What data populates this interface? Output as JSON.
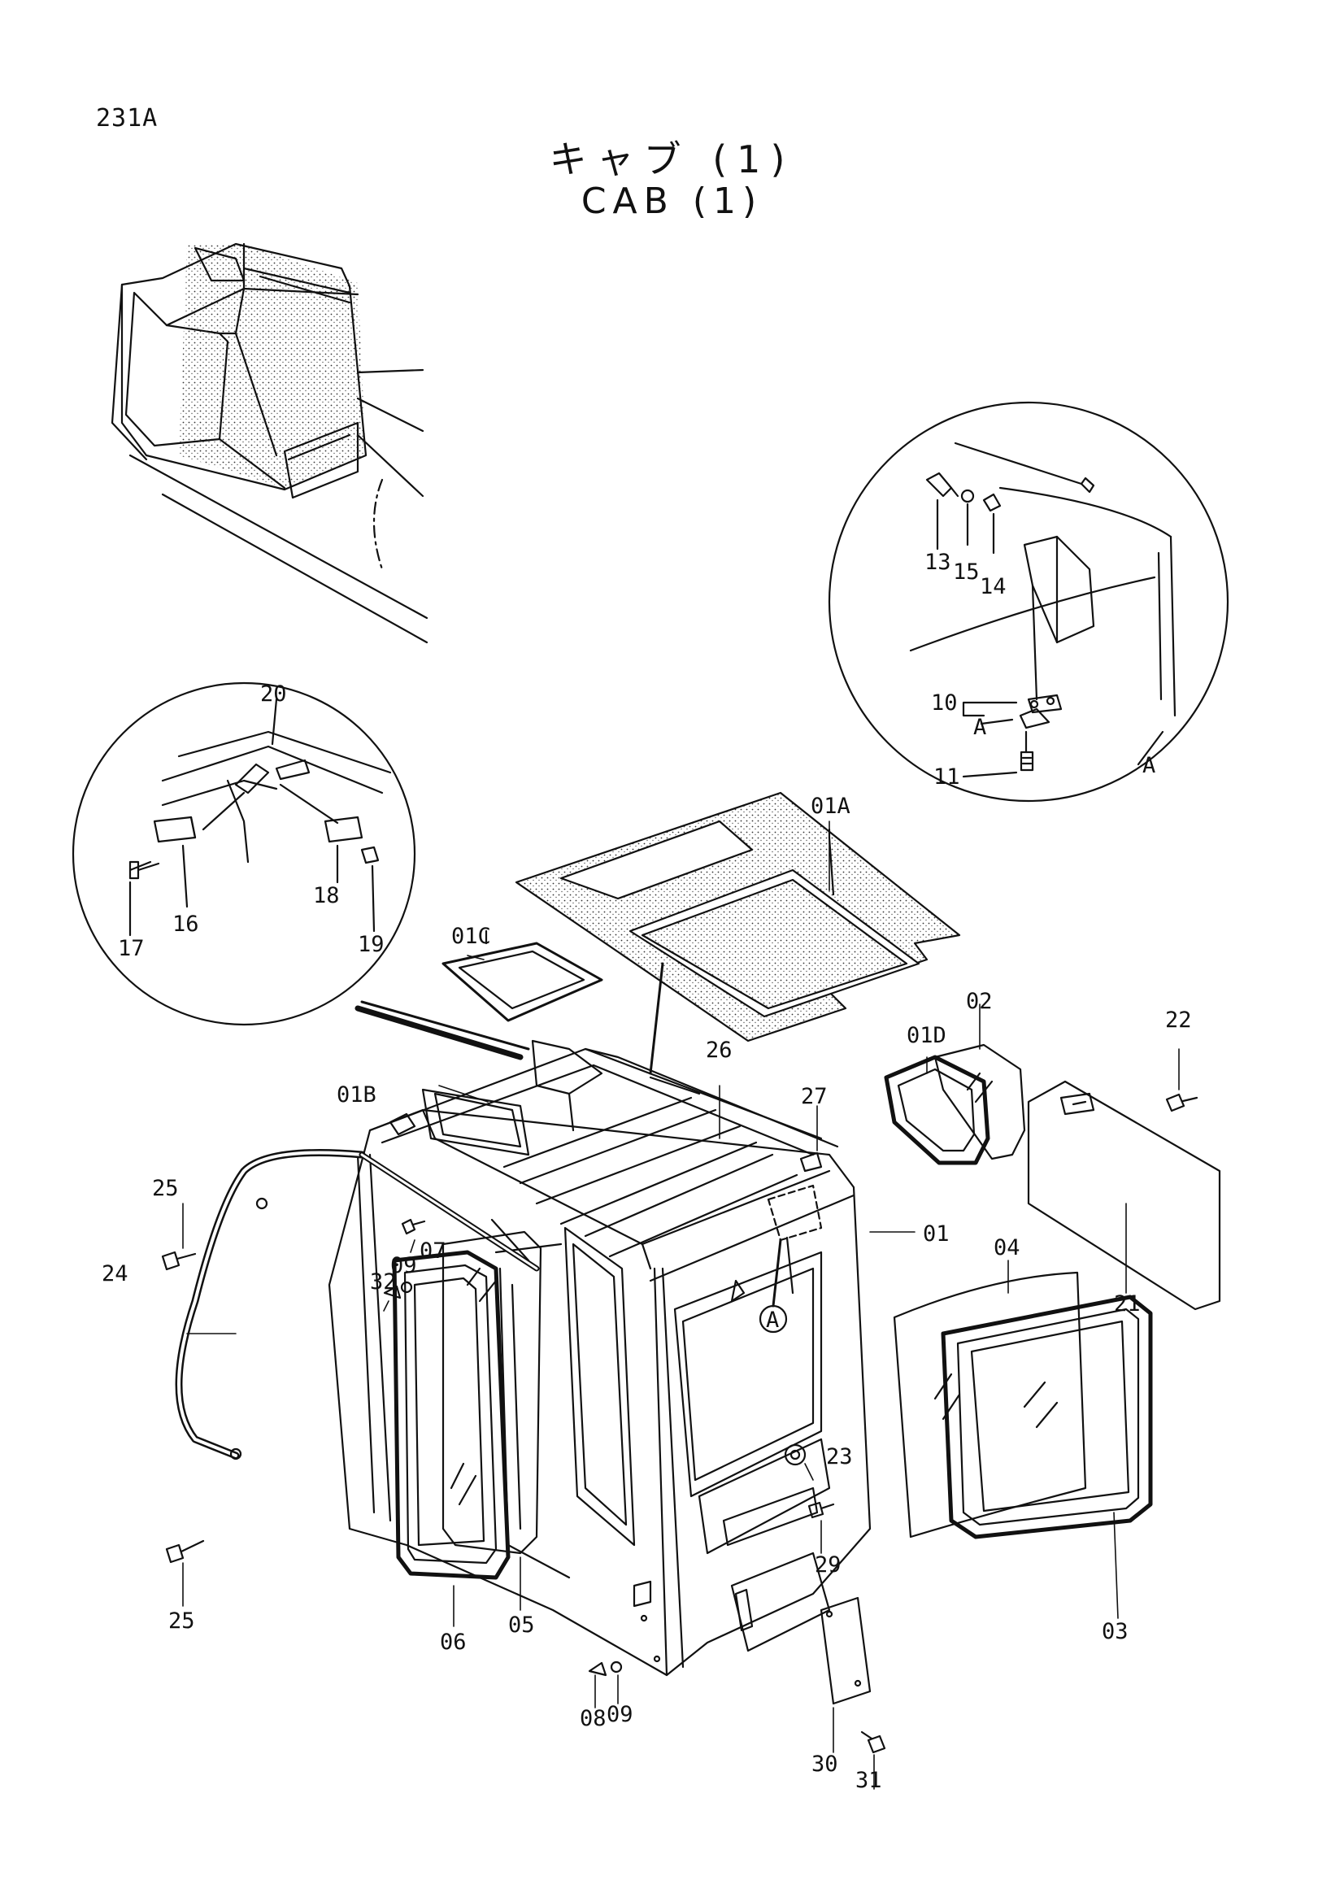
{
  "header": {
    "page_number": "231A",
    "title_jp": "キャブ (1)",
    "title_en": "CAB (1)"
  },
  "callouts": [
    {
      "id": "c01A",
      "label": "01A"
    },
    {
      "id": "c01B",
      "label": "01B"
    },
    {
      "id": "c01C",
      "label": "01C"
    },
    {
      "id": "c01D",
      "label": "01D"
    },
    {
      "id": "c01",
      "label": "01"
    },
    {
      "id": "c02",
      "label": "02"
    },
    {
      "id": "c03",
      "label": "03"
    },
    {
      "id": "c04",
      "label": "04"
    },
    {
      "id": "c05",
      "label": "05"
    },
    {
      "id": "c06",
      "label": "06"
    },
    {
      "id": "c07",
      "label": "07"
    },
    {
      "id": "c08",
      "label": "08"
    },
    {
      "id": "c09a",
      "label": "09"
    },
    {
      "id": "c09b",
      "label": "09"
    },
    {
      "id": "c10",
      "label": "10"
    },
    {
      "id": "c11",
      "label": "11"
    },
    {
      "id": "c13",
      "label": "13"
    },
    {
      "id": "c14",
      "label": "14"
    },
    {
      "id": "c15",
      "label": "15"
    },
    {
      "id": "c16",
      "label": "16"
    },
    {
      "id": "c17",
      "label": "17"
    },
    {
      "id": "c18",
      "label": "18"
    },
    {
      "id": "c19",
      "label": "19"
    },
    {
      "id": "c20",
      "label": "20"
    },
    {
      "id": "c21",
      "label": "21"
    },
    {
      "id": "c22",
      "label": "22"
    },
    {
      "id": "c23",
      "label": "23"
    },
    {
      "id": "c24",
      "label": "24"
    },
    {
      "id": "c25a",
      "label": "25"
    },
    {
      "id": "c25b",
      "label": "25"
    },
    {
      "id": "c26",
      "label": "26"
    },
    {
      "id": "c27",
      "label": "27"
    },
    {
      "id": "c29",
      "label": "29"
    },
    {
      "id": "c30",
      "label": "30"
    },
    {
      "id": "c31",
      "label": "31"
    },
    {
      "id": "c32",
      "label": "32"
    }
  ],
  "detail_marks": {
    "view_a_label": "A",
    "marker_a_label": "A",
    "bracket_a_label": "A"
  }
}
